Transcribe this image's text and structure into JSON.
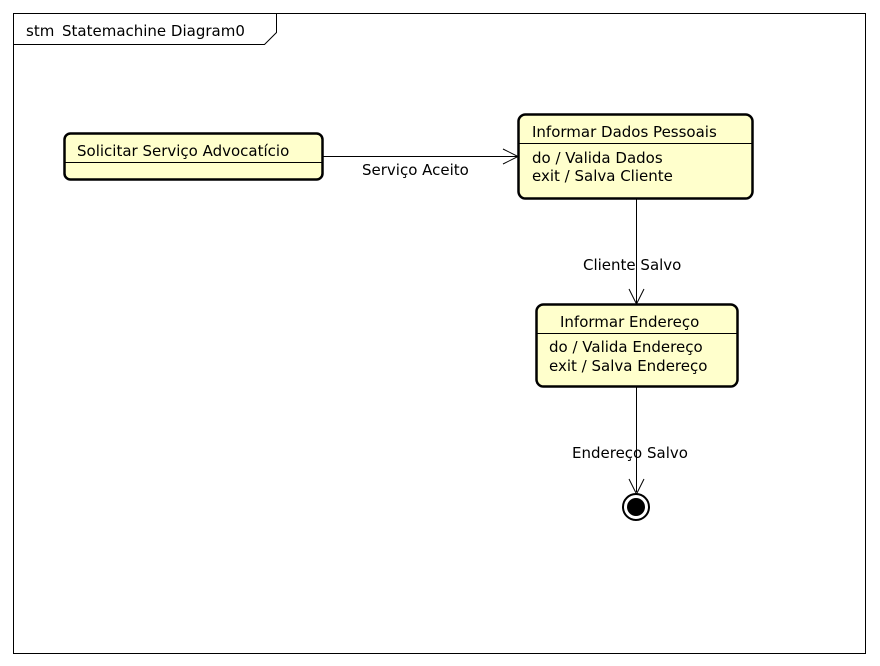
{
  "frame": {
    "keyword": "stm",
    "name": "Statemachine Diagram0"
  },
  "states": {
    "solicitar": {
      "name": "Solicitar Serviço Advocatício"
    },
    "dados": {
      "name": "Informar Dados Pessoais",
      "activities": [
        "do / Valida Dados",
        "exit / Salva Cliente"
      ]
    },
    "endereco": {
      "name": "Informar Endereço",
      "activities": [
        "do / Valida Endereço",
        "exit / Salva Endereço"
      ]
    }
  },
  "transitions": {
    "t1": "Serviço Aceito",
    "t2": "Cliente Salvo",
    "t3": "Endereço Salvo"
  },
  "colors": {
    "state_fill": "#ffffcc",
    "stroke": "#000000"
  }
}
